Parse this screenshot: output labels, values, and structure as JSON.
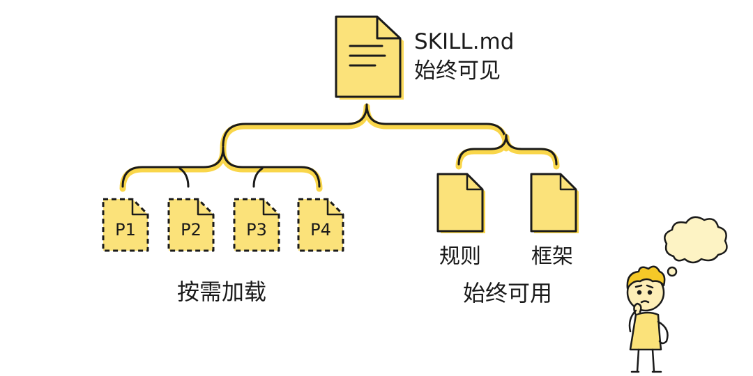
{
  "colors": {
    "fill": "#fbe27a",
    "highlight": "#f9d64a",
    "ink": "#1a1a1a",
    "skin": "#fdeeb7",
    "hair": "#f5c928"
  },
  "root": {
    "filename": "SKILL.md",
    "caption": "始终可见"
  },
  "on_demand": {
    "pages": [
      "P1",
      "P2",
      "P3",
      "P4"
    ],
    "caption": "按需加载"
  },
  "always_available": {
    "docs": [
      "规则",
      "框架"
    ],
    "caption": "始终可用"
  },
  "icons": {
    "document": "document-icon",
    "thinker": "thinking-person-icon",
    "bubble": "thought-bubble-icon"
  }
}
